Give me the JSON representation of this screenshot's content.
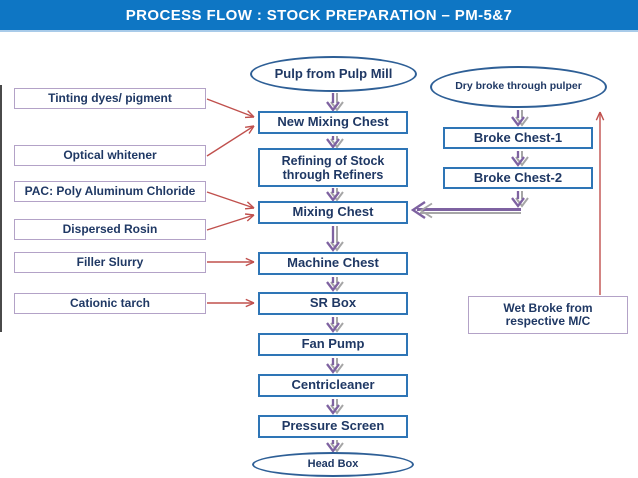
{
  "header": {
    "title": "PROCESS FLOW : STOCK PREPARATION – PM-5&7"
  },
  "main_flow": {
    "pulp_source": "Pulp from Pulp Mill",
    "new_mixing_chest": "New Mixing Chest",
    "refining": "Refining of Stock through Refiners",
    "mixing_chest": "Mixing Chest",
    "machine_chest": "Machine Chest",
    "sr_box": "SR Box",
    "fan_pump": "Fan Pump",
    "centricleaner": "Centricleaner",
    "pressure_screen": "Pressure Screen",
    "head_box": "Head Box"
  },
  "additives": {
    "tinting": "Tinting dyes/ pigment",
    "optical_whitener": "Optical whitener",
    "pac": "PAC: Poly Aluminum Chloride",
    "dispersed_rosin": "Dispersed Rosin",
    "filler_slurry": "Filler Slurry",
    "cationic_starch": "Cationic tarch"
  },
  "broke_flow": {
    "dry_broke": "Dry broke through pulper",
    "broke_chest_1": "Broke Chest-1",
    "broke_chest_2": "Broke Chest-2",
    "wet_broke": "Wet Broke from respective M/C"
  },
  "icons": {
    "down_arrow": "double-chevron-down-arrow",
    "left_arrow": "double-line-left-arrow",
    "red_arrow": "thin-red-arrow"
  },
  "colors": {
    "header_bg": "#0e76c4",
    "header_underline": "#a9cbe9",
    "flow_box_border": "#2e75b6",
    "ellipse_border": "#2e5f96",
    "additive_box_border": "#b3a2c7",
    "text_navy": "#1f3864",
    "arrow_red": "#c0504d",
    "arrow_purple": "#7e62a1",
    "arrow_gray": "#a6a6a6"
  }
}
